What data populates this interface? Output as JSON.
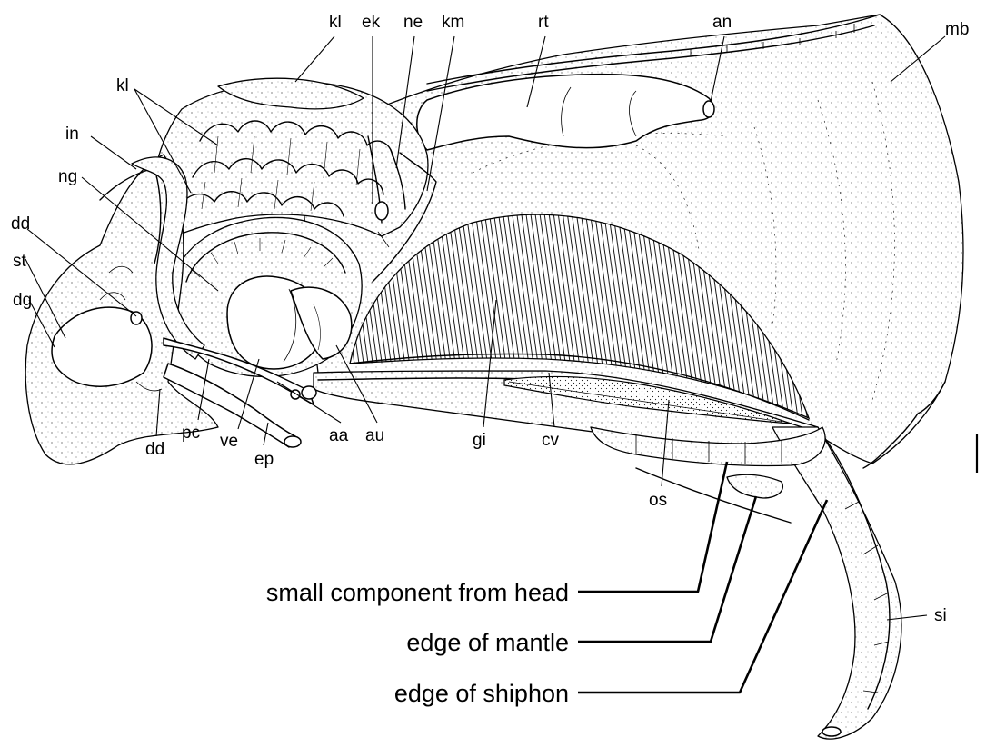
{
  "figure": {
    "labels": {
      "kl_top": "kl",
      "ek": "ek",
      "ne": "ne",
      "km": "km",
      "rt": "rt",
      "an": "an",
      "mb": "mb",
      "kl_left": "kl",
      "in": "in",
      "ng": "ng",
      "dd_upper": "dd",
      "st": "st",
      "dg": "dg",
      "dd_lower": "dd",
      "pc": "pc",
      "ve": "ve",
      "ep": "ep",
      "aa": "aa",
      "au": "au",
      "gi": "gi",
      "cv": "cv",
      "os": "os",
      "si": "si"
    },
    "callouts": {
      "head_component": "small component from head",
      "mantle_edge": "edge of mantle",
      "siphon_edge": "edge of shiphon"
    }
  }
}
